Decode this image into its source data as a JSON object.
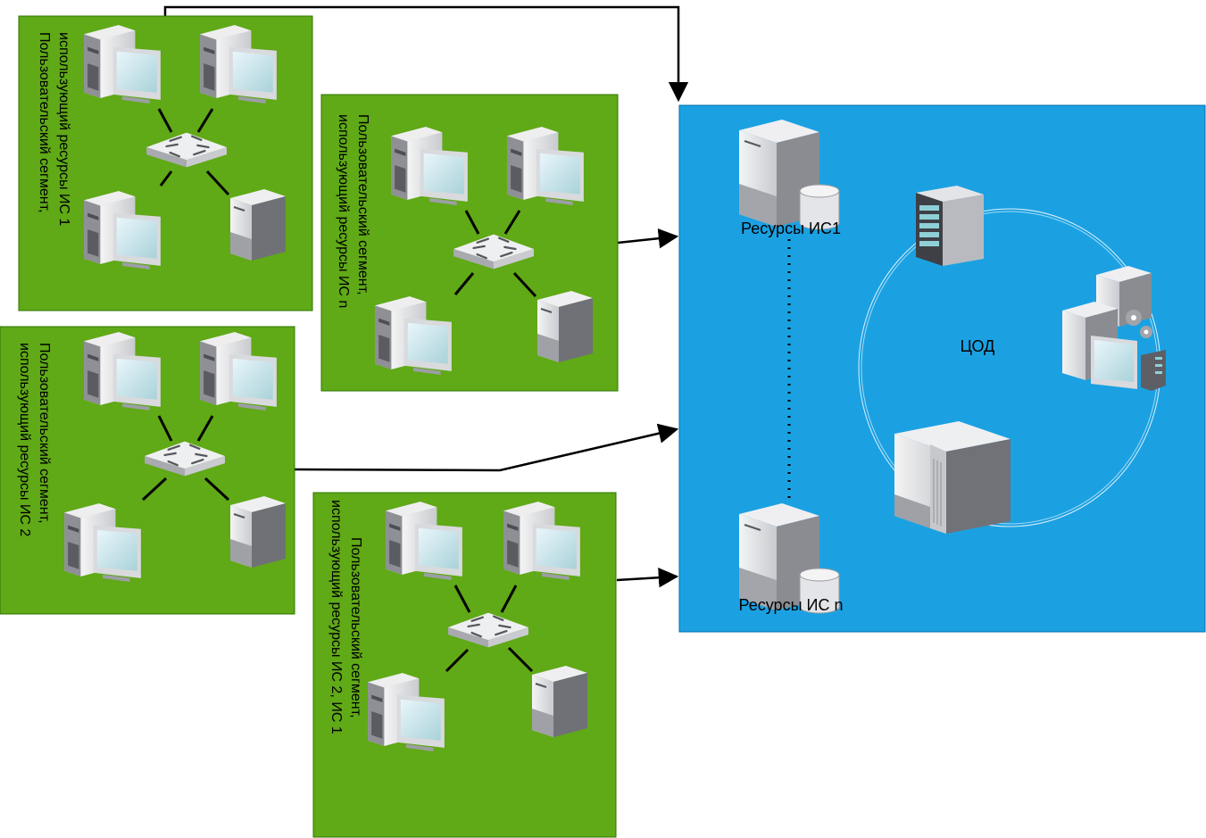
{
  "segments": [
    {
      "label_line1": "Пользовательский сегмент,",
      "label_line2": "использующий ресурсы ИС 1"
    },
    {
      "label_line1": "Пользовательский сегмент,",
      "label_line2": "использующий ресурсы ИС n"
    },
    {
      "label_line1": "Пользовательский сегмент,",
      "label_line2": "использующий ресурсы ИС 2"
    },
    {
      "label_line1": "Пользовательский сегмент,",
      "label_line2": "использующий ресурсы ИС 2, ИС 1"
    }
  ],
  "datacenter": {
    "title": "ЦОД",
    "resource_1": "Ресурсы ИС1",
    "resource_n": "Ресурсы ИС n"
  },
  "colors": {
    "segment_fill": "#60a917",
    "segment_stroke": "#2d7600",
    "datacenter_fill": "#1ba1e2",
    "datacenter_stroke": "#006eaf"
  },
  "icons": {
    "workstation": "workstation-icon",
    "switch": "network-switch-icon",
    "server": "server-tower-icon",
    "database_server": "database-server-icon",
    "rack": "server-rack-icon",
    "mainframe": "mainframe-icon",
    "gear_server": "server-with-gears-icon"
  }
}
